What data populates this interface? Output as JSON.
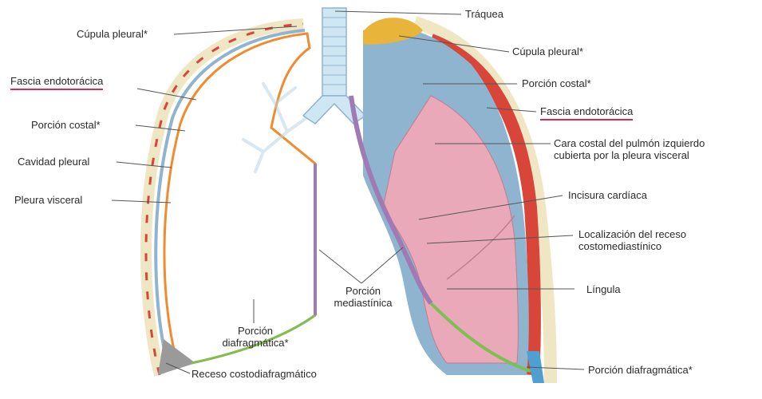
{
  "labels": {
    "traquea": "Tráquea",
    "cupula_left": "Cúpula pleural*",
    "cupula_right": "Cúpula pleural*",
    "fascia_left": "Fascia endotorácica",
    "fascia_right": "Fascia endotorácica",
    "costal_left": "Porción costal*",
    "costal_right": "Porción costal*",
    "cavidad": "Cavidad pleural",
    "visceral": "Pleura visceral",
    "cara_costal_1": "Cara costal del pulmón izquierdo",
    "cara_costal_2": "cubierta por la pleura visceral",
    "incisura": "Incisura cardíaca",
    "receso_cm_1": "Localización del receso",
    "receso_cm_2": "costomediastínico",
    "lingula": "Língula",
    "mediastinica_1": "Porción",
    "mediastinica_2": "mediastínica",
    "diafrag_left_1": "Porción",
    "diafrag_left_2": "diafragmática*",
    "receso_cd": "Receso costodiafragmático",
    "diafrag_right": "Porción diafragmática*"
  },
  "colors": {
    "rib": "#efe6c4",
    "fascia": "#d8463a",
    "parietal": "#8fb4cf",
    "lung": "#e9a9b9",
    "cupula": "#e8b53a",
    "visceral": "#f08c2e",
    "mediastinal": "#a07ab5",
    "diaphragm": "#7dbf52",
    "accent_underline": "#e0294a"
  }
}
